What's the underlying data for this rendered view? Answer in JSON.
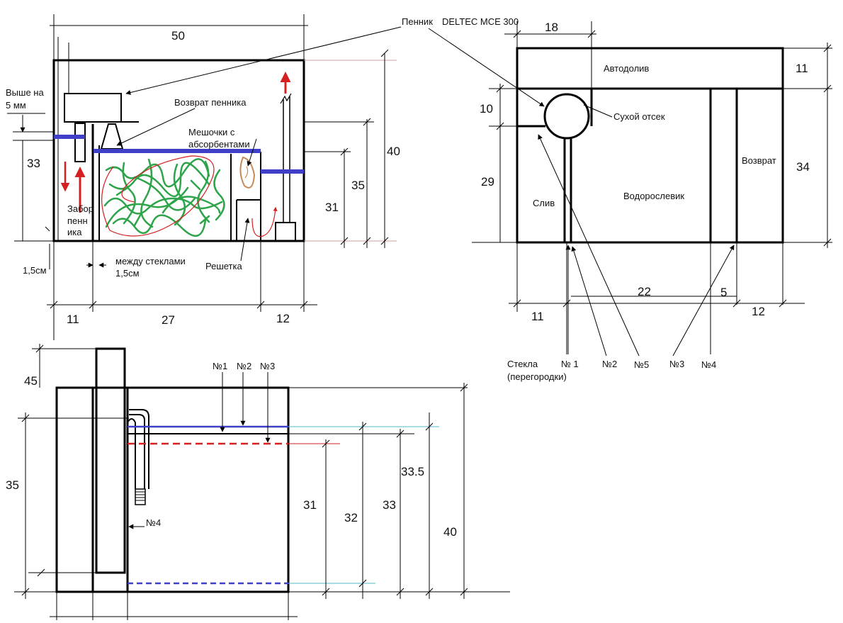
{
  "front": {
    "label_skimmer": "Пенник",
    "label_skimmer_model": "DELTEC MCE 300",
    "label_higher_line1": "Выше на",
    "label_higher_line2": "5     мм",
    "label_skimmer_return": "Возврат пенника",
    "label_bags_line1": "Мешочки с",
    "label_bags_line2": "абсорбентами",
    "label_intake_line1": "Забор",
    "label_intake_line2": "пенн",
    "label_intake_line3": "ика",
    "label_between_line1": "между стеклами",
    "label_between_line2": "1,5см",
    "label_left_gap": "1,5см",
    "label_grate": "Решетка",
    "dim_width": "50",
    "dim_left_height": "33",
    "dim_height_40": "40",
    "dim_height_35": "35",
    "dim_height_31": "31",
    "dim_seg_11": "11",
    "dim_seg_27": "27",
    "dim_seg_12": "12"
  },
  "top": {
    "label_autofill": "Автодолив",
    "label_dry": "Сухой отсек",
    "label_drain": "Слив",
    "label_algae": "Водорослевик",
    "label_return": "Возврат",
    "label_glass_line1": "Стекла",
    "label_glass_line2": "(перегородки)",
    "label_n1": "№ 1",
    "label_n2": "№2",
    "label_n5": "№5",
    "label_n3": "№3",
    "label_n4": "№4",
    "dim_18": "18",
    "dim_11_right": "11",
    "dim_10": "10",
    "dim_29": "29",
    "dim_34": "34",
    "dim_22": "22",
    "dim_5": "5",
    "dim_11_bottom": "11",
    "dim_12": "12"
  },
  "side": {
    "label_n1": "№1",
    "label_n2": "№2",
    "label_n3": "№3",
    "label_n4": "№4",
    "dim_45": "45",
    "dim_35": "35",
    "dim_31": "31",
    "dim_32": "32",
    "dim_33": "33",
    "dim_33_5": "33.5",
    "dim_40": "40"
  },
  "colors": {
    "outline": "#000000",
    "water_level": "#3f3fc8",
    "flow_arrow": "#d42020",
    "algae": "#2ea44a",
    "absorbent_bag": "#c48a5a",
    "guide_line": "#52b8c8"
  }
}
